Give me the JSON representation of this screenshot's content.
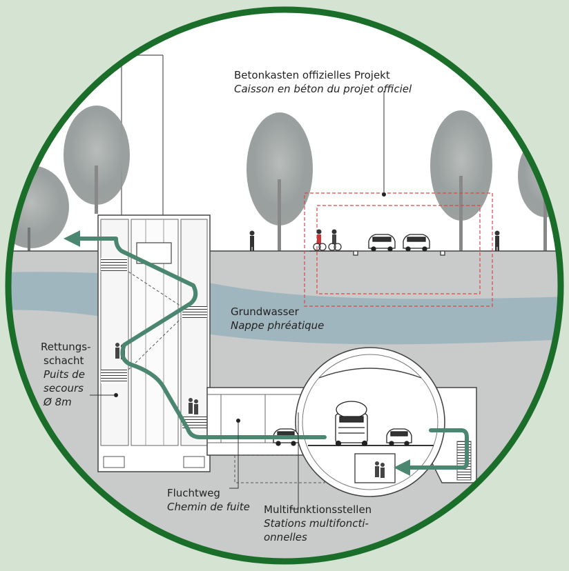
{
  "labels": {
    "concrete_box": {
      "de": "Betonkasten offizielles Projekt",
      "fr": "Caisson en béton du projet officiel"
    },
    "groundwater": {
      "de": "Grundwasser",
      "fr": "Nappe phréatique"
    },
    "rescue_shaft": {
      "de_1": "Rettungs-",
      "de_2": "schacht",
      "fr_1": "Puits de",
      "fr_2": "secours",
      "size": "Ø 8m"
    },
    "escape_route": {
      "de": "Fluchtweg",
      "fr": "Chemin de fuite"
    },
    "multifunction": {
      "de": "Multifunktionsstellen",
      "fr_1": "Stations multifoncti-",
      "fr_2": "onnelles"
    }
  },
  "colors": {
    "background": "#d5e3d3",
    "ring": "#1a6e2a",
    "sky": "#ffffff",
    "ground": "#c9cbcb",
    "groundwater": "#9fb6bf",
    "escape_arrow": "#4b8770",
    "dashed_box": "#e04545",
    "structure_line": "#444444"
  },
  "icons": [
    "tree-icon",
    "pedestrian-icon",
    "cyclist-icon",
    "car-icon",
    "truck-icon",
    "people-icon",
    "arrow-icon"
  ]
}
